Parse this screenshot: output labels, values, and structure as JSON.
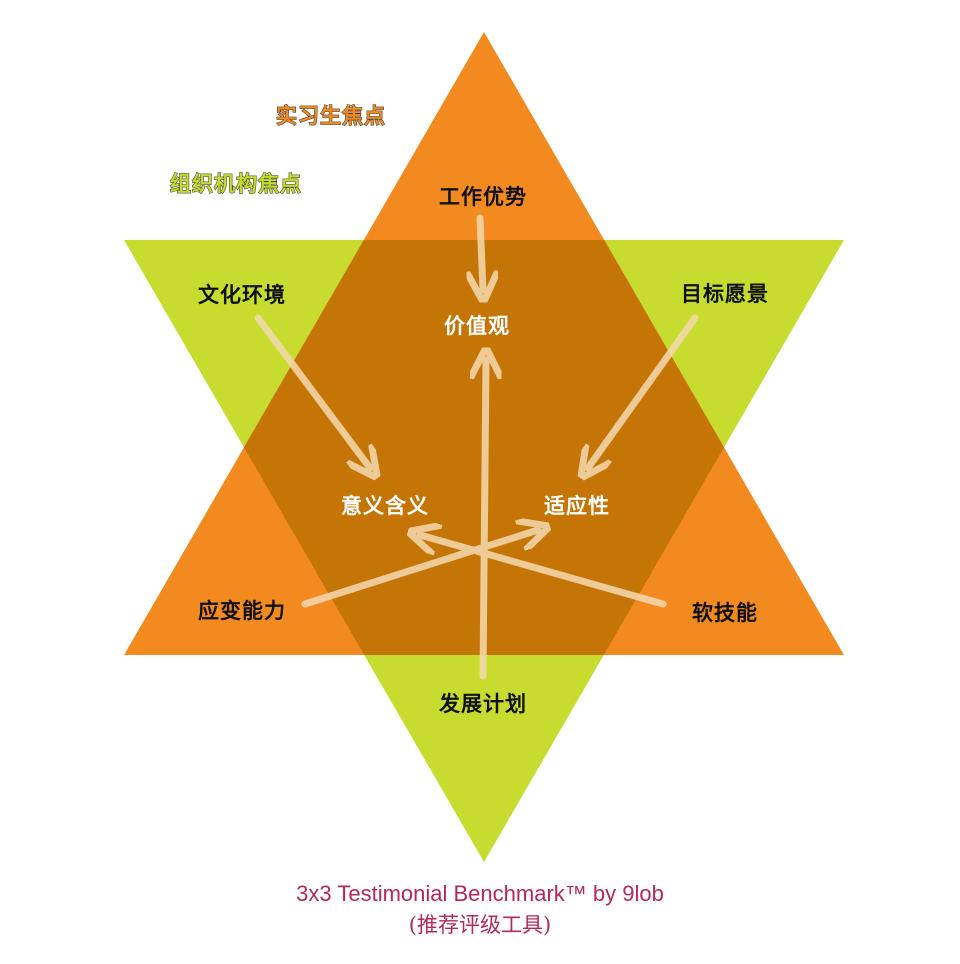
{
  "legend": {
    "intern_focus": "实习生焦点",
    "org_focus": "组织机构焦点"
  },
  "colors": {
    "intern_orange": "#f28a1f",
    "org_lime": "#c7dc2e",
    "overlap_brown": "#c57505",
    "arrow": "#f4d9b0",
    "footer": "#b5265f"
  },
  "nodes": {
    "work_strengths": "工作优势",
    "values": "价值观",
    "culture": "文化环境",
    "goals_vision": "目标愿景",
    "meaning": "意义含义",
    "adaptability": "适应性",
    "resilience": "应变能力",
    "soft_skills": "软技能",
    "development_plan": "发展计划"
  },
  "footer": {
    "line1": "3x3 Testimonial Benchmark™ by 9lob",
    "line2": "(推荐评级工具)"
  }
}
